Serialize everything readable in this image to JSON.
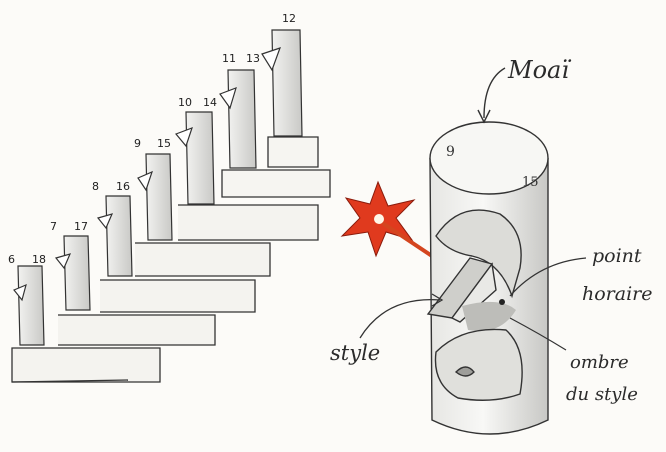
{
  "staircase": {
    "hour_pairs": [
      {
        "left": "6",
        "right": "18"
      },
      {
        "left": "7",
        "right": "17"
      },
      {
        "left": "8",
        "right": "16"
      },
      {
        "left": "9",
        "right": "15"
      },
      {
        "left": "10",
        "right": "14"
      },
      {
        "left": "11",
        "right": "13"
      },
      {
        "left": "12",
        "right": ""
      }
    ]
  },
  "moai": {
    "title": "Moaï",
    "top_left_number": "9",
    "top_right_number": "15",
    "labels": {
      "point_line1": "point",
      "point_line2": "horaire",
      "style": "style",
      "shadow_line1": "ombre",
      "shadow_line2": "du style"
    }
  },
  "colors": {
    "sun": "#e03a1e",
    "sun_ray": "#d4451f",
    "ink": "#333333",
    "shade": "#d9d9d6"
  }
}
